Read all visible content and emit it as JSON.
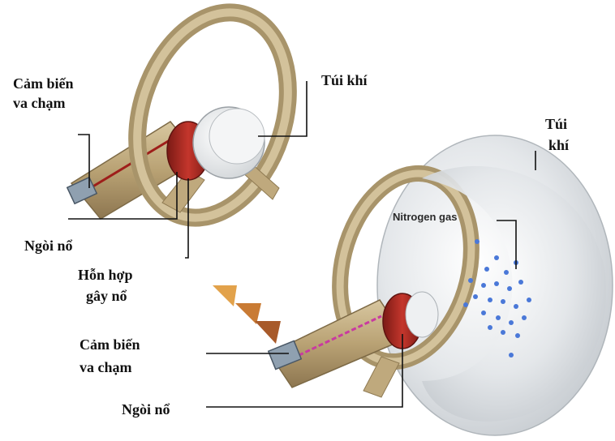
{
  "labels": {
    "sensor_top_1": "Cảm biến",
    "sensor_top_2": "va chạm",
    "airbag_top": "Túi khí",
    "airbag_right_1": "Túi",
    "airbag_right_2": "khí",
    "nitrogen": "Nitrogen gas",
    "igniter_top": "Ngòi nổ",
    "mixture_1": "Hỗn hợp",
    "mixture_2": "gây nổ",
    "sensor_bottom_1": "Cảm biến",
    "sensor_bottom_2": "va chạm",
    "igniter_bottom": "Ngòi nổ"
  },
  "colors": {
    "wheel": "#c9b48a",
    "wheel_dark": "#8f7a52",
    "column_red": "#b8302a",
    "airbag": "#e9ecef",
    "gas_dot": "#4a78d8",
    "arrow": "#c98a3a",
    "line": "#111111"
  }
}
